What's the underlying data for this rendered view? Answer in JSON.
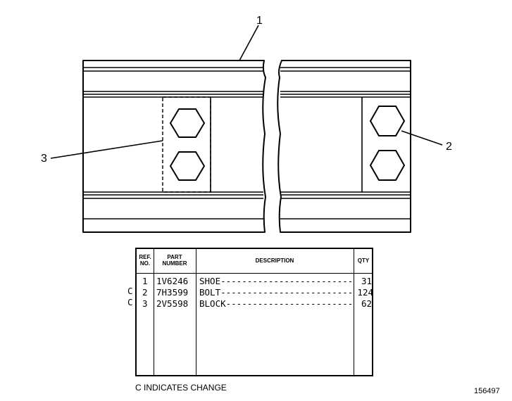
{
  "callouts": [
    "1",
    "2",
    "3"
  ],
  "table": {
    "headers": {
      "ref": "REF. NO.",
      "part": "PART NUMBER",
      "desc": "DESCRIPTION",
      "qty": "QTY"
    },
    "rows": [
      {
        "mark": "",
        "ref": "1",
        "part": "1V6246",
        "desc": "SHOE-----------------------------",
        "qty": "31"
      },
      {
        "mark": "C",
        "ref": "2",
        "part": "7H3599",
        "desc": "BOLT-------------------------------",
        "qty": "124"
      },
      {
        "mark": "C",
        "ref": "3",
        "part": "2V5598",
        "desc": "BLOCK----------------------------",
        "qty": "62"
      }
    ]
  },
  "legend": "C INDICATES CHANGE",
  "figure_number": "156497"
}
